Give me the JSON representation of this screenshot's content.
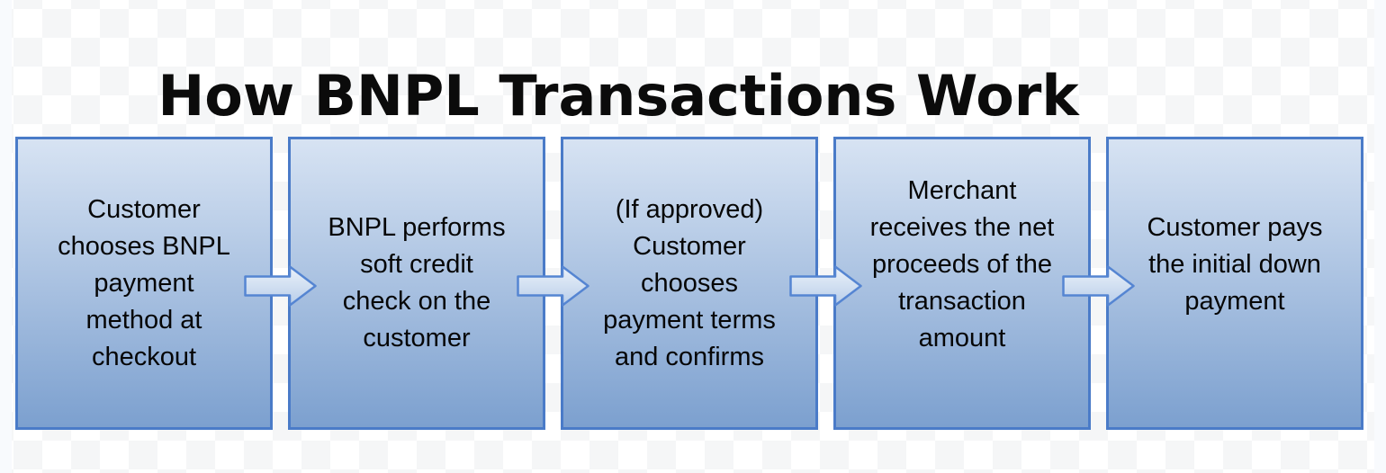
{
  "title": "How BNPL Transactions Work",
  "flow": {
    "steps": [
      {
        "id": "choose-bnpl-at-checkout",
        "label": "Customer\nchooses BNPL\npayment\nmethod at\ncheckout",
        "text_dy": 0
      },
      {
        "id": "soft-credit-check",
        "label": "BNPL performs\nsoft credit\ncheck on the\ncustomer",
        "text_dy": 0
      },
      {
        "id": "choose-payment-terms",
        "label": "(If approved)\nCustomer\nchooses\npayment terms\nand confirms",
        "text_dy": 0
      },
      {
        "id": "merchant-receives-proceeds",
        "label": "Merchant\nreceives the net\nproceeds of the\ntransaction\namount",
        "text_dy": -21
      },
      {
        "id": "initial-down-payment",
        "label": "Customer pays\nthe initial down\npayment",
        "text_dy": -21
      }
    ],
    "connector_icon": "right-block-arrow"
  },
  "colors": {
    "box_border": "#4a7bc8",
    "box_gradient_top": "#d7e3f3",
    "box_gradient_bottom": "#7ca0cf",
    "arrow_border": "#5585d2",
    "arrow_fill_top": "#ecf2fa",
    "arrow_fill_bottom": "#b7cde9",
    "checker_light": "#ffffff",
    "checker_dark": "#f5f6f7",
    "title_text": "#0b0b0b",
    "box_text": "#060606"
  }
}
